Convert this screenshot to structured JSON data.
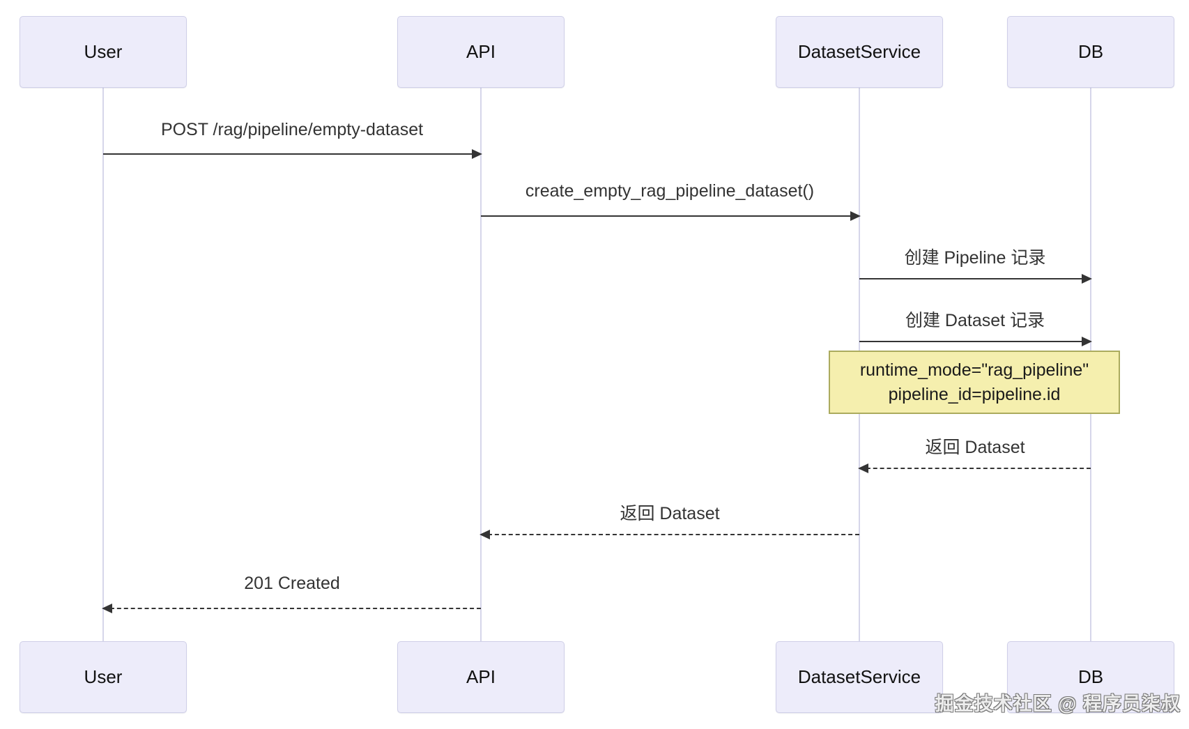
{
  "diagram": {
    "type": "sequence-diagram",
    "participants": [
      {
        "id": "user",
        "name": "User"
      },
      {
        "id": "api",
        "name": "API"
      },
      {
        "id": "dataset-service",
        "name": "DatasetService"
      },
      {
        "id": "db",
        "name": "DB"
      }
    ],
    "messages": [
      {
        "from": "User",
        "to": "API",
        "label": "POST /rag/pipeline/empty-dataset",
        "style": "solid"
      },
      {
        "from": "API",
        "to": "DatasetService",
        "label": "create_empty_rag_pipeline_dataset()",
        "style": "solid"
      },
      {
        "from": "DatasetService",
        "to": "DB",
        "label": "创建 Pipeline 记录",
        "style": "solid"
      },
      {
        "from": "DatasetService",
        "to": "DB",
        "label": "创建 Dataset 记录",
        "style": "solid"
      },
      {
        "from": "DB",
        "to": "DatasetService",
        "label": "返回 Dataset",
        "style": "dashed"
      },
      {
        "from": "DatasetService",
        "to": "API",
        "label": "返回 Dataset",
        "style": "dashed"
      },
      {
        "from": "API",
        "to": "User",
        "label": "201 Created",
        "style": "dashed"
      }
    ],
    "note": {
      "over": "DatasetService,DB",
      "lines": [
        "runtime_mode=\"rag_pipeline\"",
        "pipeline_id=pipeline.id"
      ]
    },
    "colors": {
      "actor_fill": "#edecfa",
      "actor_border": "#cfcfe8",
      "lifeline": "#d6d6ea",
      "arrow": "#343434",
      "note_fill": "#f5efae",
      "note_border": "#abab5e",
      "text": "#333333",
      "background": "#ffffff"
    },
    "watermark": {
      "text": "掘金技术社区 @ 程序员柒叔"
    }
  }
}
